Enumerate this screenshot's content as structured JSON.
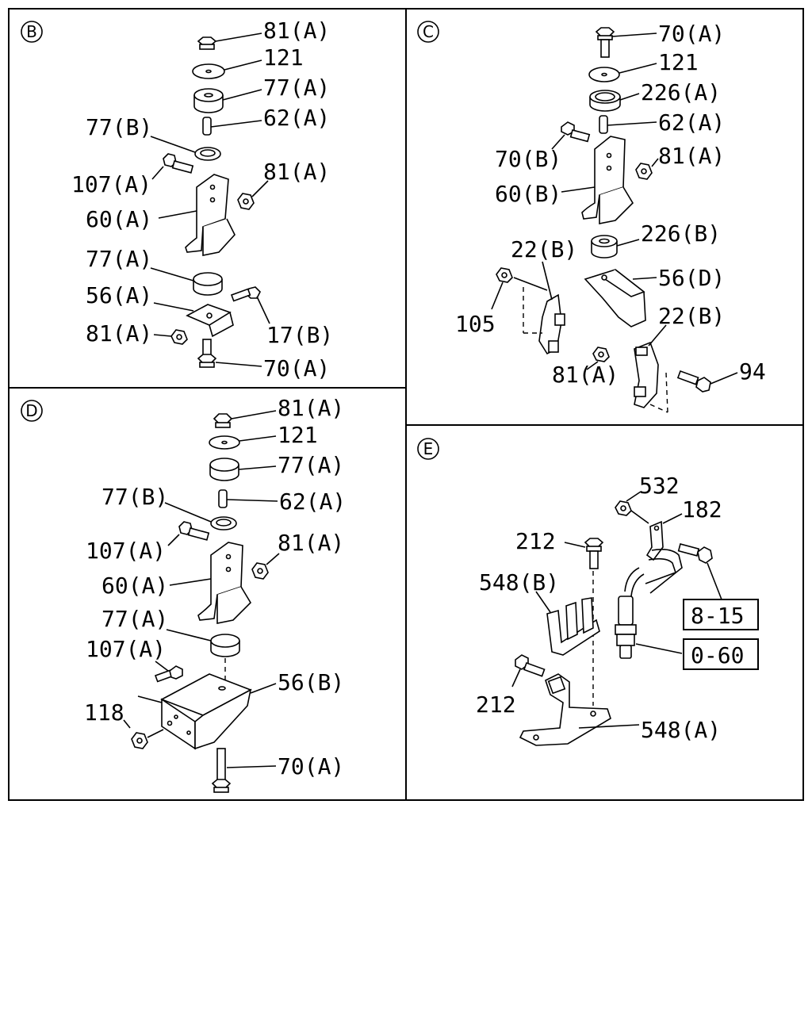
{
  "sections": {
    "B": {
      "letter": "B",
      "labels": {
        "l81a_top": "81(A)",
        "l121": "121",
        "l77a_top": "77(A)",
        "l62a": "62(A)",
        "l77b": "77(B)",
        "l107a": "107(A)",
        "l81a_mid": "81(A)",
        "l60a": "60(A)",
        "l77a_low": "77(A)",
        "l56a": "56(A)",
        "l17b": "17(B)",
        "l81a_low": "81(A)",
        "l70a": "70(A)"
      }
    },
    "C": {
      "letter": "C",
      "labels": {
        "l70a": "70(A)",
        "l121": "121",
        "l226a": "226(A)",
        "l62a": "62(A)",
        "l70b": "70(B)",
        "l81a_top": "81(A)",
        "l60b": "60(B)",
        "l226b": "226(B)",
        "l22b_left": "22(B)",
        "l56d": "56(D)",
        "l105": "105",
        "l22b_right": "22(B)",
        "l81a_low": "81(A)",
        "l94": "94"
      }
    },
    "D": {
      "letter": "D",
      "labels": {
        "l81a_top": "81(A)",
        "l121": "121",
        "l77a_top": "77(A)",
        "l77b": "77(B)",
        "l62a": "62(A)",
        "l107a_top": "107(A)",
        "l81a_mid": "81(A)",
        "l60a": "60(A)",
        "l77a_low": "77(A)",
        "l107a_low": "107(A)",
        "l56b": "56(B)",
        "l118": "118",
        "l70a": "70(A)"
      }
    },
    "E": {
      "letter": "E",
      "labels": {
        "l532": "532",
        "l182": "182",
        "l212_top": "212",
        "l548b": "548(B)",
        "l8_15": "8-15",
        "l0_60": "0-60",
        "l212_low": "212",
        "l548a": "548(A)"
      }
    }
  }
}
